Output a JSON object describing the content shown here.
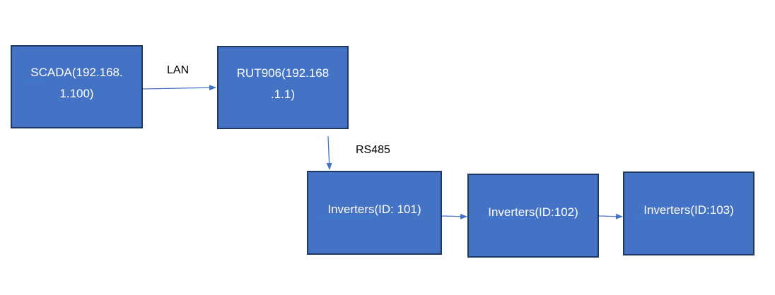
{
  "nodes": {
    "scada": {
      "label": "SCADA(192.168.\n1.100)"
    },
    "rut906": {
      "label": "RUT906(192.168\n.1.1)"
    },
    "inv101": {
      "label": "Inverters(ID: 101)"
    },
    "inv102": {
      "label": "Inverters(ID:102)"
    },
    "inv103": {
      "label": "Inverters(ID:103)"
    }
  },
  "edges": {
    "lan": {
      "label": "LAN"
    },
    "rs485": {
      "label": "RS485"
    }
  },
  "colors": {
    "box_fill": "#4472c4",
    "box_border": "#1f3864",
    "arrow": "#4472c4"
  }
}
